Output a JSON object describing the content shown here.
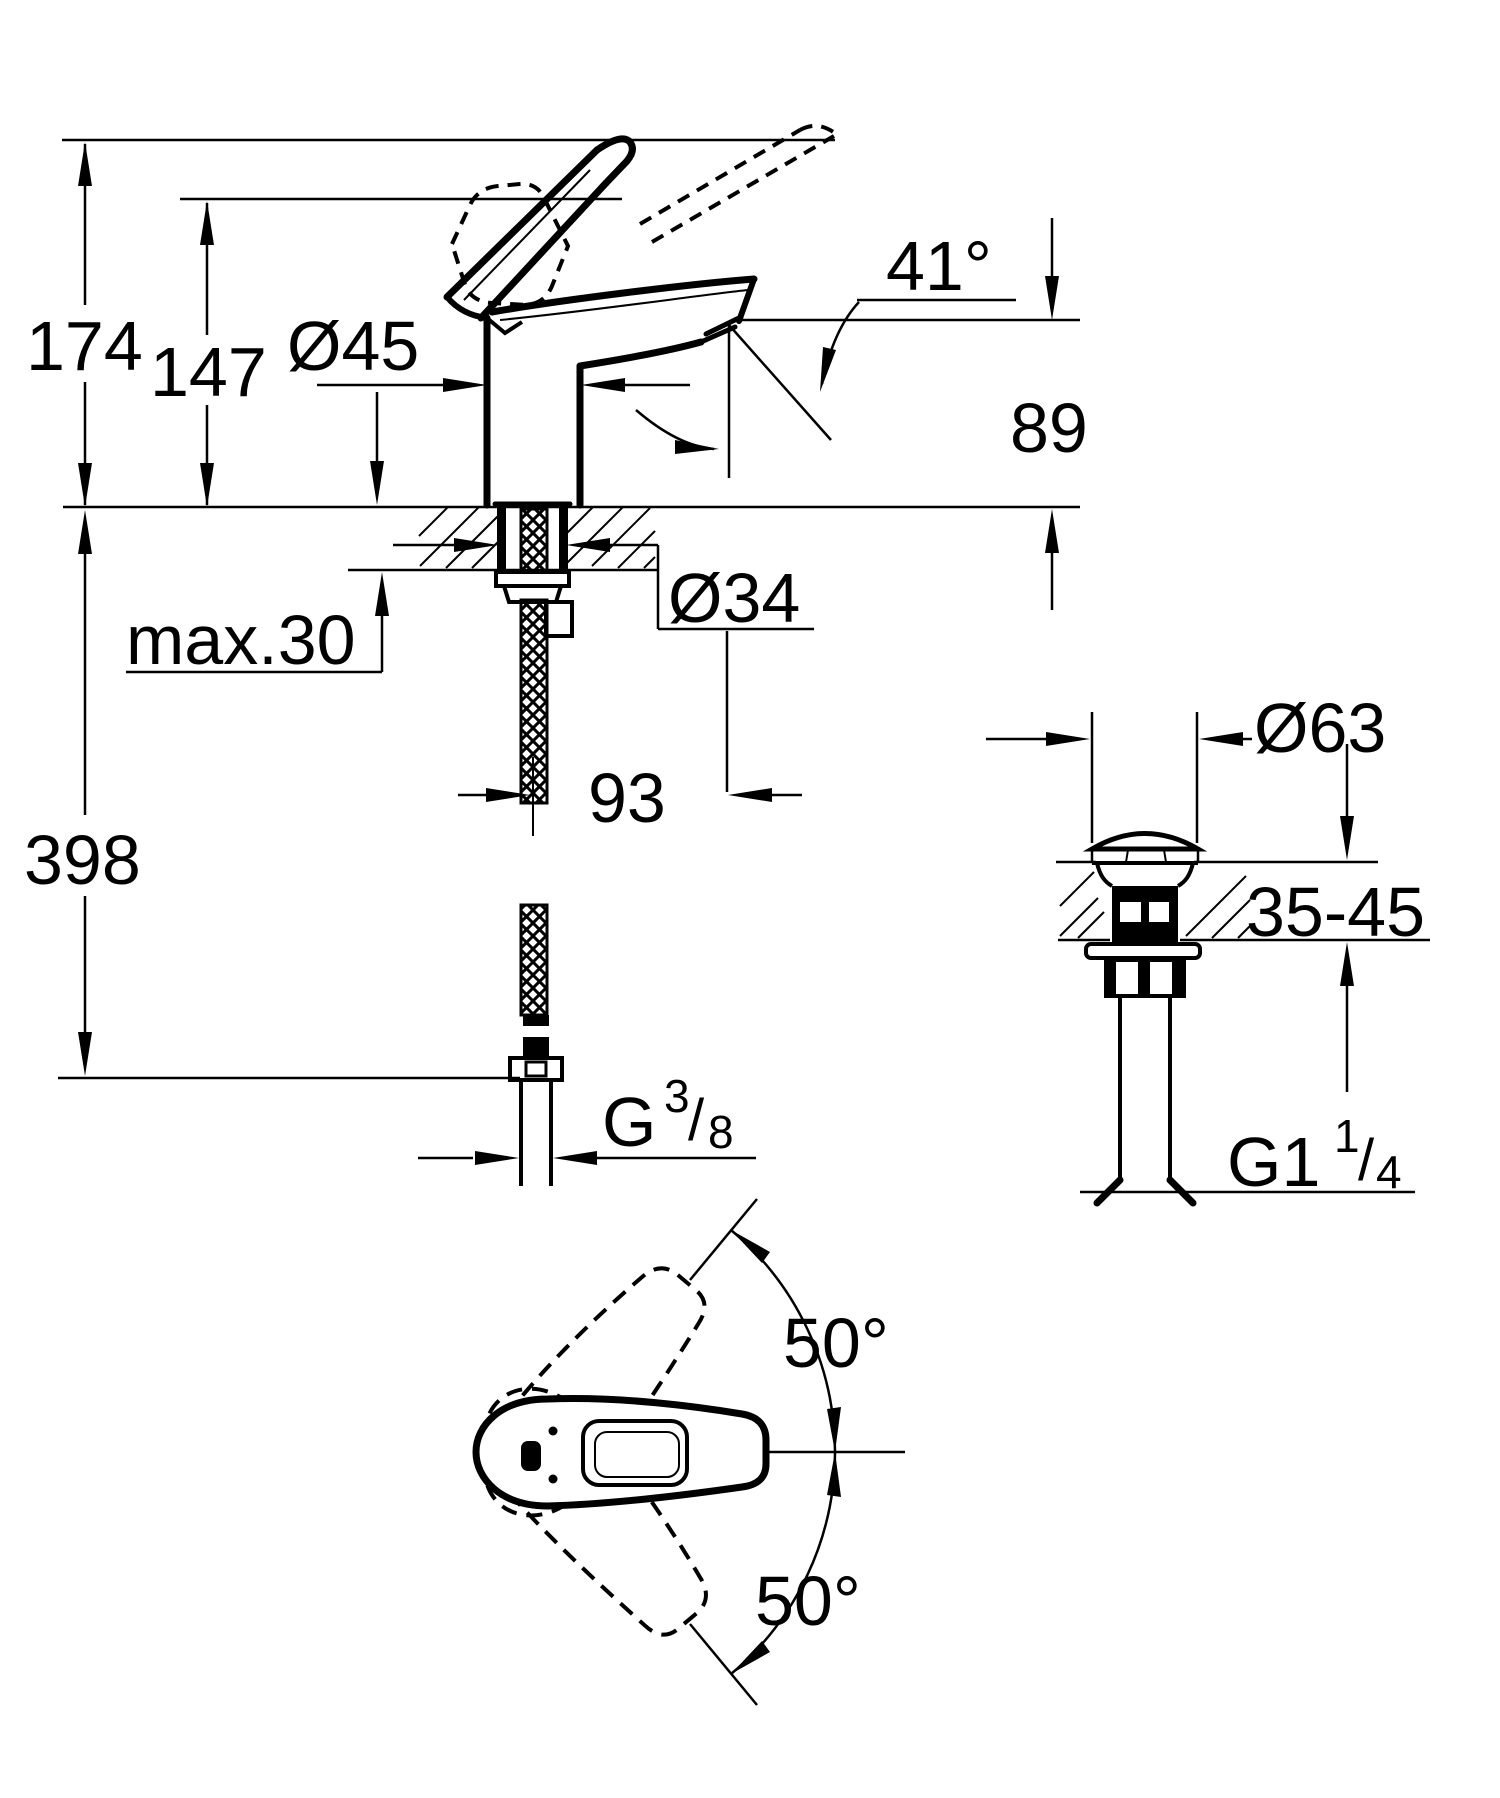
{
  "drawing": {
    "kind": "faucet installation dimension drawing",
    "views": {
      "side": {
        "total_height": "174",
        "handle_height": "147",
        "body_diameter": "Ø45",
        "spout_angle": "41°",
        "spout_height": "89",
        "deck_thickness": "max.30",
        "hole_diameter": "Ø34",
        "hose_length": "398",
        "spout_reach": "93",
        "supply_thread": {
          "base": "G",
          "sup": "3",
          "slash": "/",
          "sub": "8"
        }
      },
      "drain": {
        "flange_diameter": "Ø63",
        "deck_range": "35-45",
        "waste_thread": {
          "base": "G1",
          "sup": "1",
          "slash": "/",
          "sub": "4"
        }
      },
      "top": {
        "swing_up": "50°",
        "swing_down": "50°"
      }
    }
  }
}
